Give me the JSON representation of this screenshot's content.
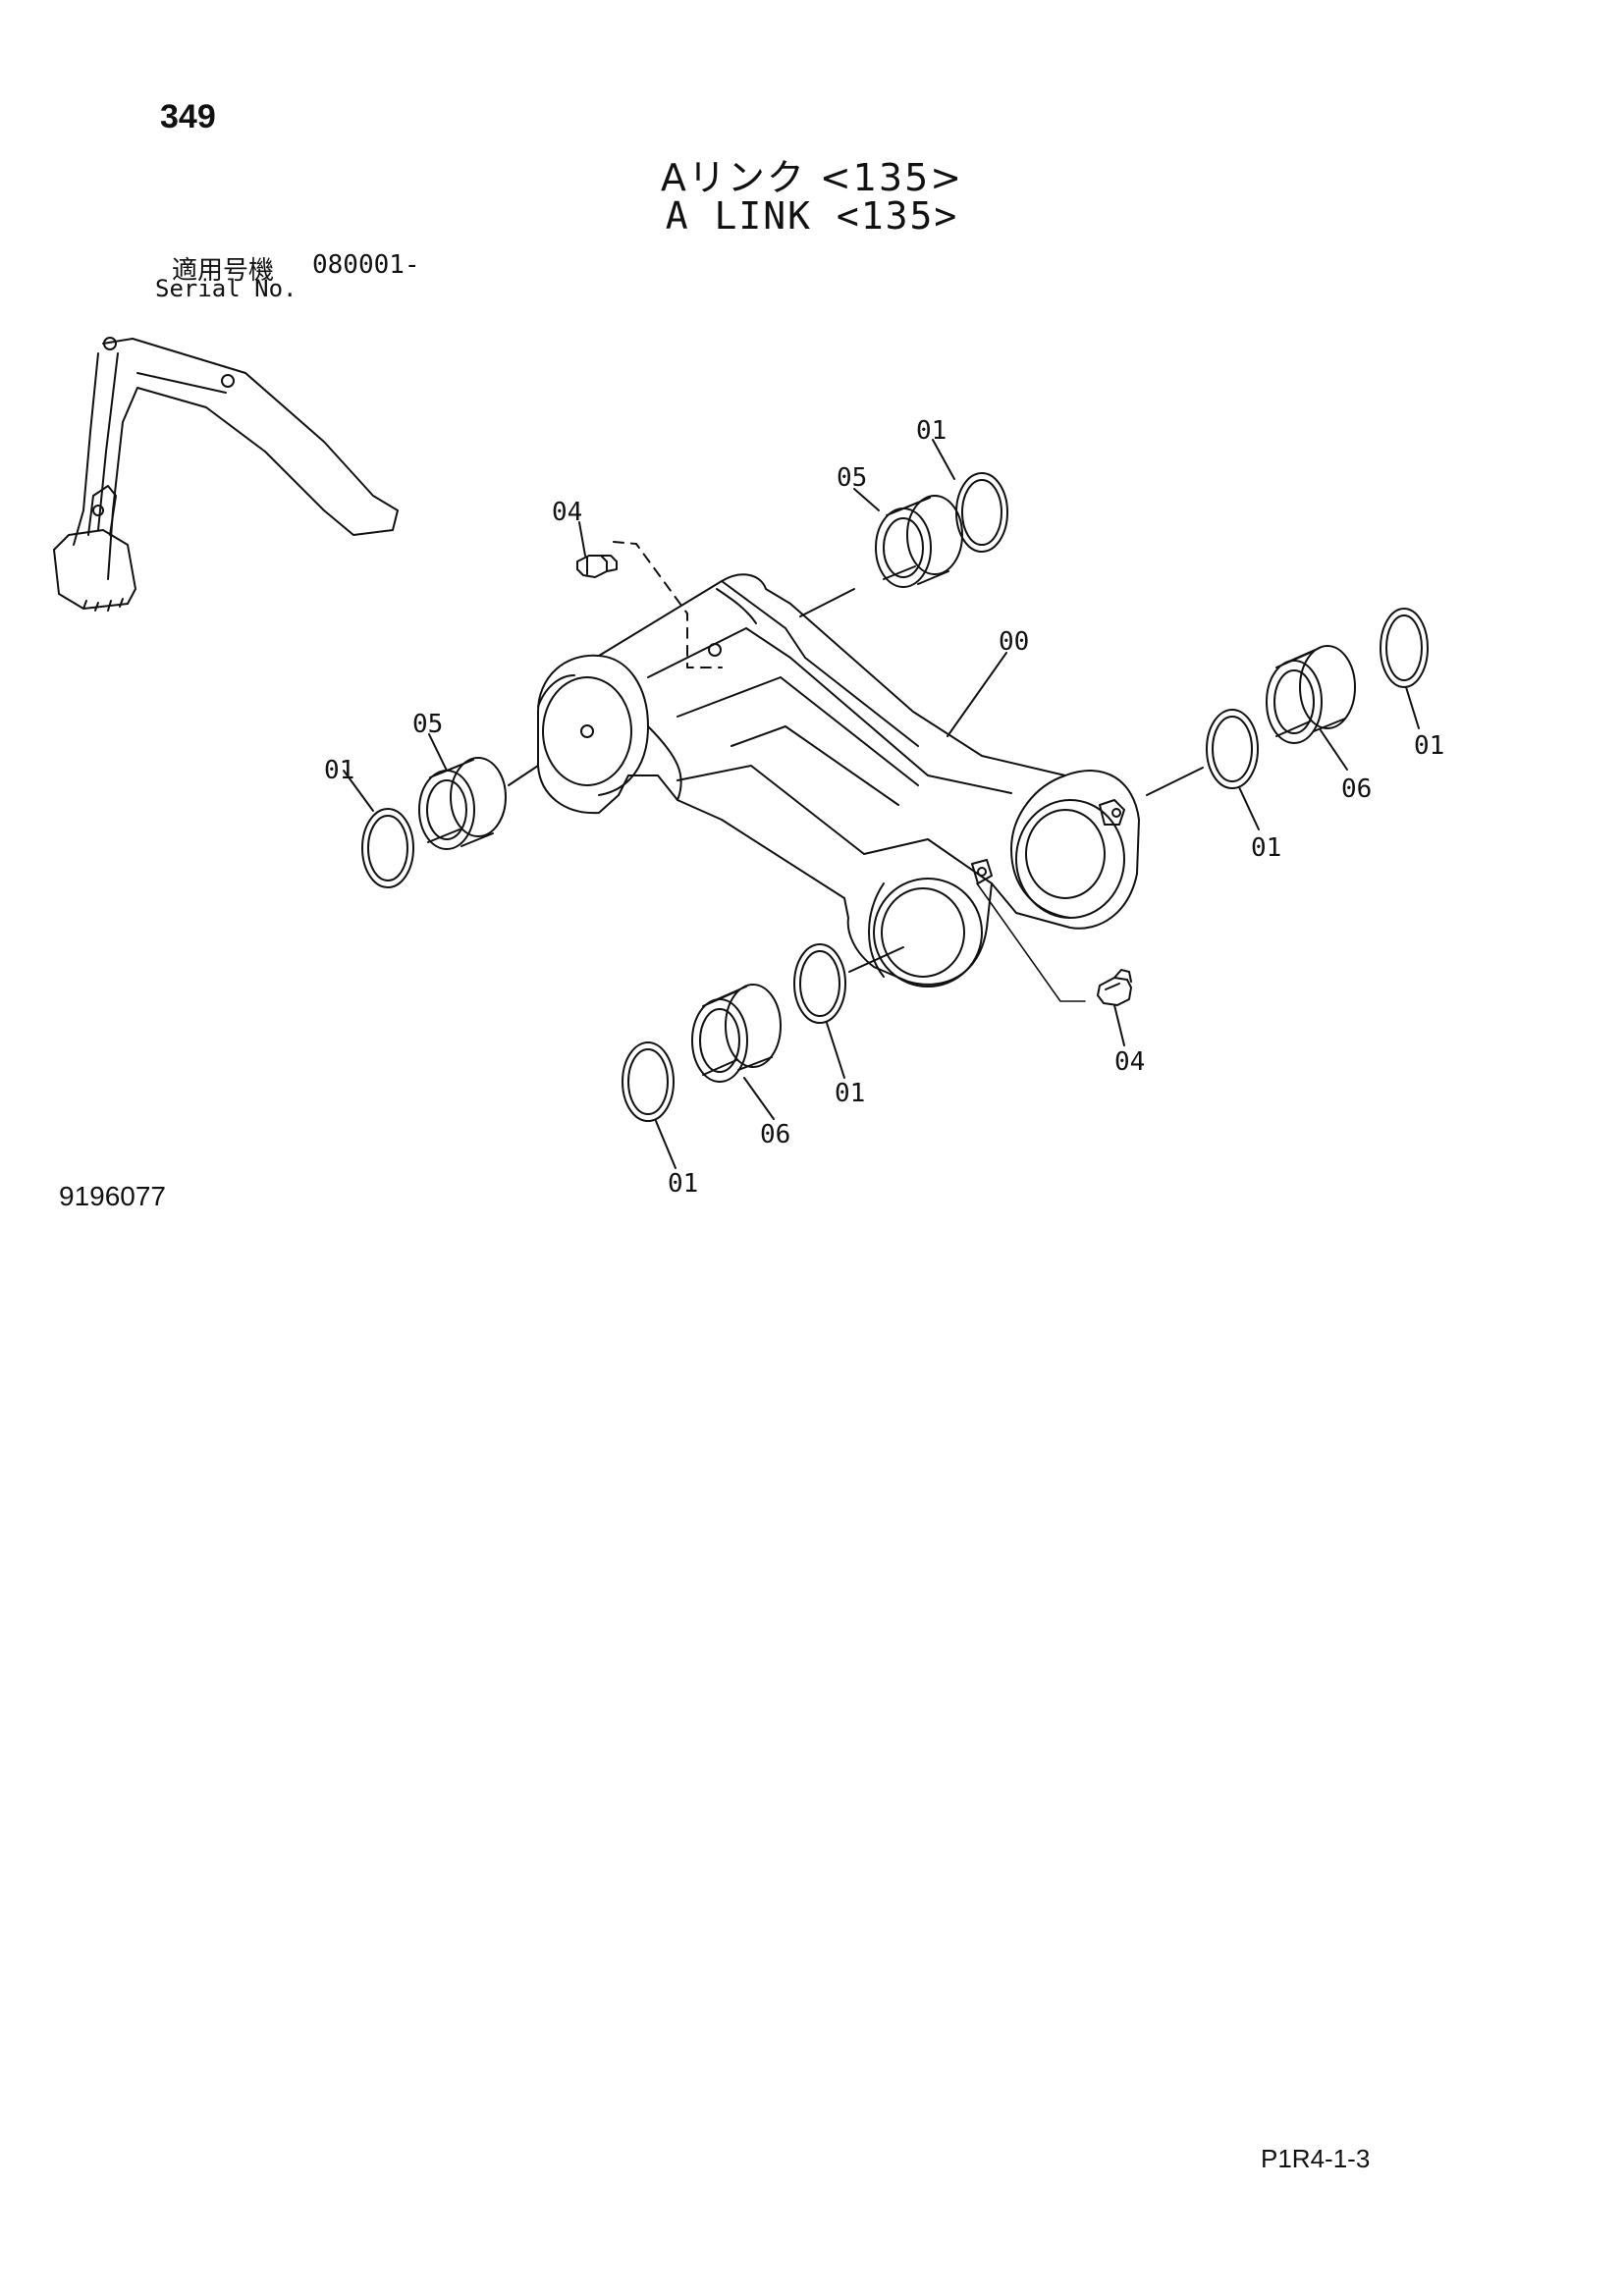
{
  "header": {
    "page_number": "349",
    "title_jp": "Aリンク <135>",
    "title_en": "A LINK <135>"
  },
  "serial": {
    "label_jp": "適用号機",
    "value": "080001-",
    "label_en": "Serial No."
  },
  "callouts": {
    "c01_top": "01",
    "c05_top": "05",
    "c04_top": "04",
    "c00": "00",
    "c01_right_far": "01",
    "c06_right": "06",
    "c01_right": "01",
    "c05_left": "05",
    "c01_left": "01",
    "c04_bottom": "04",
    "c01_mid_bottom": "01",
    "c06_bottom": "06",
    "c01_bottom": "01"
  },
  "footer": {
    "figure_number": "9196077",
    "page_code": "P1R4-1-3"
  }
}
